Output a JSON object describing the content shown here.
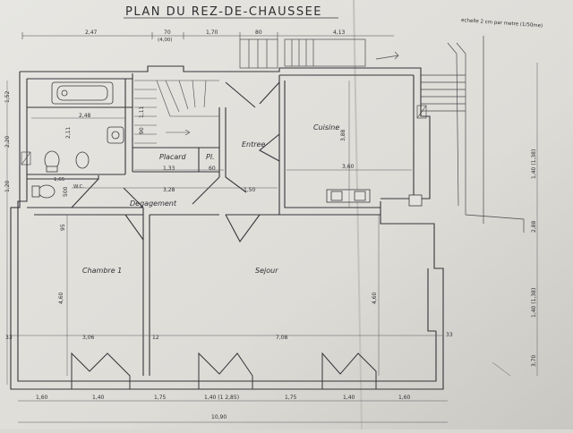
{
  "plan": {
    "title": "PLAN DU REZ-DE-CHAUSSEE",
    "scale_note": "echelle 2 cm par metre (1/50me)",
    "rooms": {
      "cuisine": "Cuisine",
      "entree": "Entree",
      "placard": "Placard",
      "pl": "Pl.",
      "wc": "W.C.",
      "degagement": "Degagement",
      "chambre": "Chambre 1",
      "sejour": "Sejour"
    },
    "dimensions": {
      "top_1": "2,47",
      "top_2": "70",
      "top_2b": "(4,00)",
      "top_3": "1,70",
      "top_4": "80",
      "top_5": "4,13",
      "bottom_1": "1,60",
      "bottom_2": "1,40",
      "bottom_3": "1,75",
      "bottom_4": "1,40 (1 2,85)",
      "bottom_5": "1,75",
      "bottom_6": "1,40",
      "bottom_7": "1,60",
      "total": "10,90",
      "bath_w": "2,48",
      "kitchen_w": "3,60",
      "kitchen_h": "3,88",
      "deg_w": "3,28",
      "entry_w": "1,50",
      "ch_w": "3,06",
      "sej_w": "7,08",
      "ch_h": "4,60",
      "sej_h": "4,60",
      "wall_12": "12",
      "wall_33a": "33",
      "wall_33b": "33",
      "placard_w": "1,33",
      "pl_w": "60",
      "left_1": "1,52",
      "left_2": "2,20",
      "left_3": "1,20",
      "right_1": "1,40 (1,38)",
      "right_2": "2,88",
      "right_3": "1,40 (1,38)",
      "right_4": "3,70",
      "v_2_11": "2,11",
      "v_1_11": "1,11",
      "v_90": "90",
      "v_95": "95",
      "v_500": "500",
      "wc_w": "1,65"
    }
  }
}
